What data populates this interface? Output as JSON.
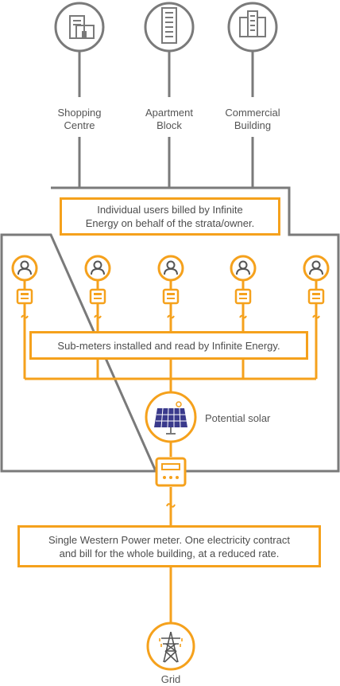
{
  "buildings": [
    {
      "label_line1": "Shopping",
      "label_line2": "Centre",
      "icon": "shopping-centre-icon"
    },
    {
      "label_line1": "Apartment",
      "label_line2": "Block",
      "icon": "apartment-block-icon"
    },
    {
      "label_line1": "Commercial",
      "label_line2": "Building",
      "icon": "commercial-building-icon"
    }
  ],
  "billing_note_line1": "Individual users billed by Infinite",
  "billing_note_line2": "Energy on behalf of the strata/owner.",
  "submeters_note": "Sub-meters installed and read by Infinite Energy.",
  "solar_label": "Potential solar",
  "main_meter_note_line1": "Single Western Power meter. One electricity contract",
  "main_meter_note_line2": "and bill for the whole building, at a reduced rate.",
  "grid_label": "Grid",
  "colors": {
    "accent": "#f5a11c",
    "grey": "#7a7a7a",
    "panel": "#3a3a8c"
  }
}
